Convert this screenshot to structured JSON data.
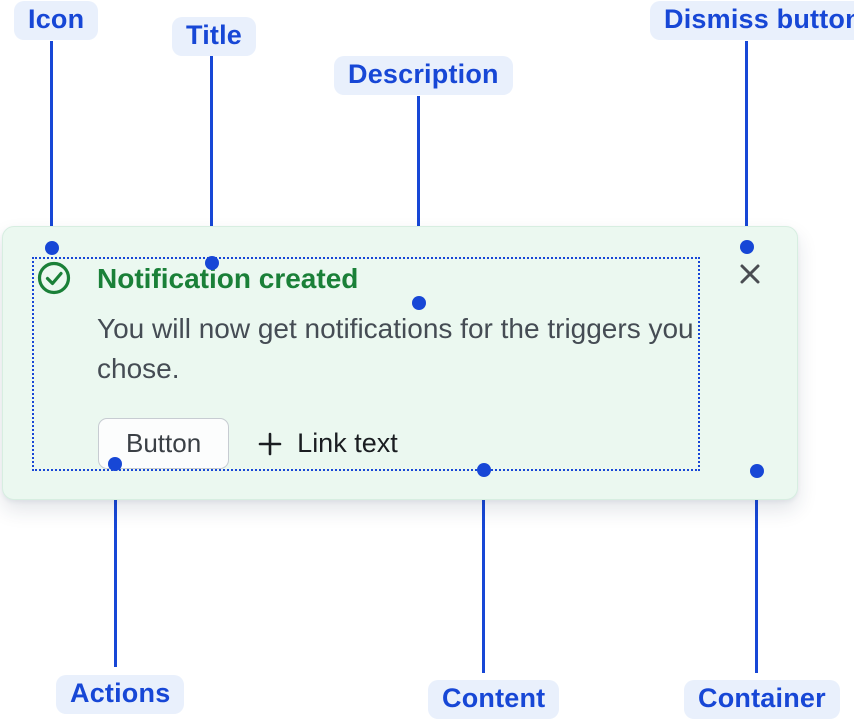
{
  "colors": {
    "accent_blue": "#1747d6",
    "label_pill_bg": "#e9f0fc",
    "card_bg": "#ebf8f0",
    "card_border": "#d7eee1",
    "green": "#1a8038",
    "description_gray": "#454c54",
    "dismiss_gray": "#4a4d52"
  },
  "annotations": {
    "icon": "Icon",
    "title": "Title",
    "description": "Description",
    "dismiss": "Dismiss button",
    "actions": "Actions",
    "content": "Content",
    "container": "Container"
  },
  "flag": {
    "title": "Notification created",
    "description": "You will now get notifications for the triggers you chose.",
    "actions": {
      "button_label": "Button",
      "link_label": "Link text",
      "link_icon": "plus-icon"
    },
    "icon": "success-check-icon",
    "dismiss_icon": "close-icon"
  }
}
